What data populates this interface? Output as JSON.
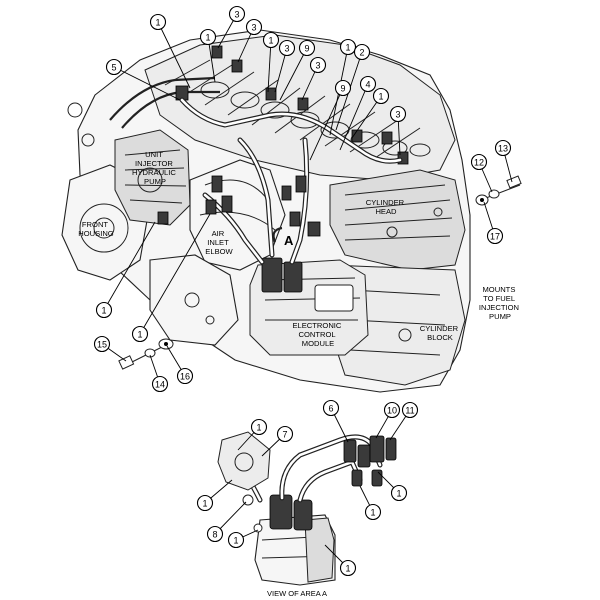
{
  "labels": {
    "unit_injector_pump": [
      "UNIT",
      "INJECTOR",
      "HYDRAULIC",
      "PUMP"
    ],
    "front_housing": [
      "FRONT",
      "HOUSING"
    ],
    "air_inlet_elbow": [
      "AIR",
      "INLET",
      "ELBOW"
    ],
    "cylinder_head": [
      "CYLINDER",
      "HEAD"
    ],
    "mounts_fuel_pump": [
      "MOUNTS",
      "TO FUEL",
      "INJECTION",
      "PUMP"
    ],
    "ecm": [
      "ELECTRONIC",
      "CONTROL",
      "MODULE"
    ],
    "cylinder_block": [
      "CYLINDER",
      "BLOCK"
    ],
    "area_marker": "A",
    "view_caption": "VIEW OF AREA  A"
  },
  "callouts": {
    "main": [
      "1",
      "3",
      "3",
      "1",
      "1",
      "3",
      "9",
      "5",
      "3",
      "1",
      "2",
      "9",
      "4",
      "1",
      "3",
      "12",
      "13",
      "17",
      "1",
      "1",
      "15",
      "14",
      "16"
    ],
    "detail": [
      "1",
      "7",
      "6",
      "10",
      "11",
      "1",
      "1",
      "1",
      "8",
      "1",
      "1"
    ]
  }
}
